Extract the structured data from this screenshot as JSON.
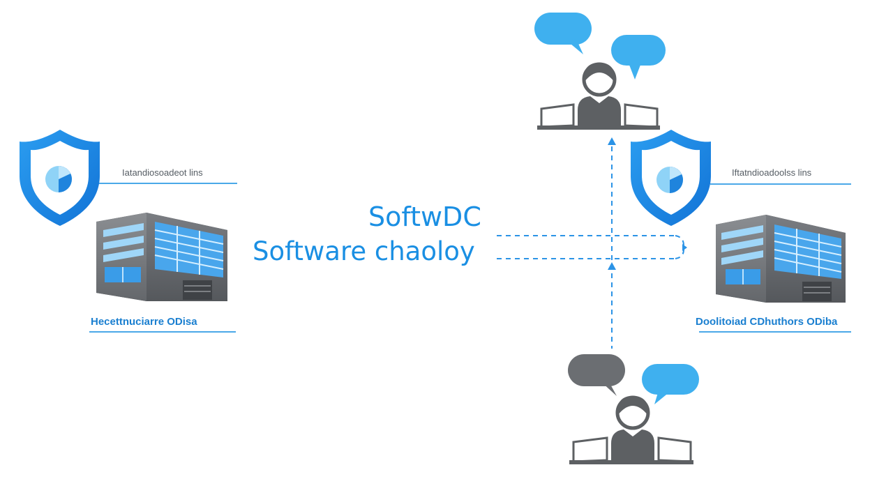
{
  "diagram": {
    "title_line_1": "SoftwDC",
    "title_line_2": "Software chaoloy",
    "left_site": {
      "shield_caption": "Iatandiosoadeot lins",
      "building_caption": "Hecettnuciarre ODisa"
    },
    "right_site": {
      "shield_caption": "Iftatndioadoolss lins",
      "building_caption": "Doolitoiad CDhuthors ODiba"
    },
    "top_user": {
      "bubble_1": "speech-bubble-blue",
      "bubble_2": "speech-bubble-blue"
    },
    "bottom_user": {
      "bubble_1": "speech-bubble-gray",
      "bubble_2": "speech-bubble-blue"
    },
    "colors": {
      "accent_blue": "#1a8fe3",
      "light_blue": "#3fb0ef",
      "dark_gray": "#5d6063",
      "building_gray": "#626569",
      "window_blue": "#49a6ec"
    }
  }
}
